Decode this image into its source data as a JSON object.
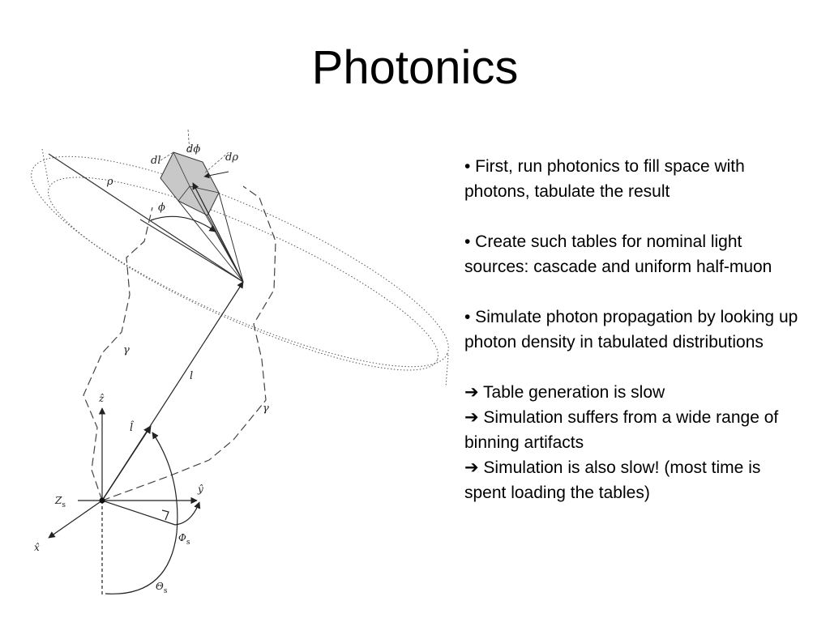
{
  "slide": {
    "title": "Photonics"
  },
  "figure": {
    "labels": {
      "rho": "ρ",
      "dl": "dl",
      "dphi": "dϕ",
      "drho": "dρ",
      "phi": "ϕ",
      "gamma_left": "γ",
      "gamma_right": "γ",
      "l": "l",
      "l_hat": "l̂",
      "z_hat": "ẑ",
      "y_hat": "ŷ",
      "x_hat": "x̂",
      "zs": "Z",
      "zs_sub": "s",
      "phis": "Φ",
      "phis_sub": "s",
      "thetas": "Θ",
      "thetas_sub": "s"
    }
  },
  "bullets": {
    "b1": "• First, run photonics to fill space with photons, tabulate the result",
    "b2": "• Create such tables for nominal light sources: cascade and uniform half-muon",
    "b3": "• Simulate photon propagation by looking up photon density in tabulated distributions",
    "a1": "➔ Table generation is slow",
    "a2": "➔ Simulation suffers from a wide range of binning artifacts",
    "a3": "➔ Simulation is also slow! (most time is spent loading the tables)"
  }
}
